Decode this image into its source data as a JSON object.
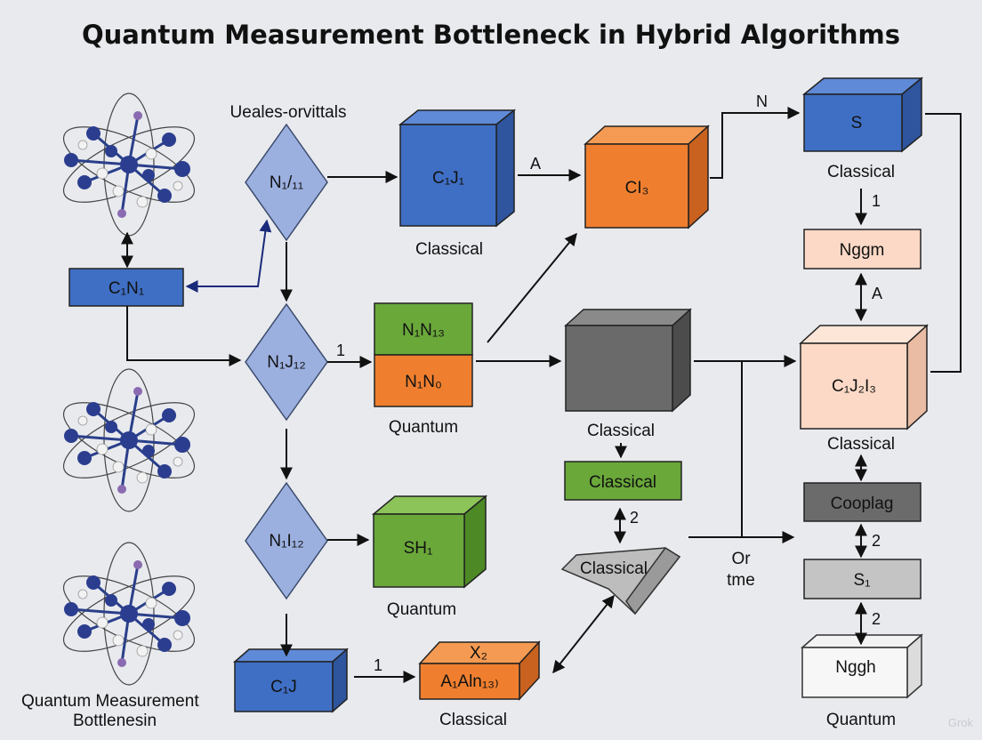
{
  "title": "Quantum Measurement Bottleneck in Hybrid Algorithms",
  "top_label": "Ueales-orvittals",
  "bottom_left_label_line1": "Quantum Measurement",
  "bottom_left_label_line2": "Bottlenesin",
  "nodes": {
    "cn1": "C₁N₁",
    "d1": "N₁/₁₁",
    "d2": "N₁J₁₂",
    "d3": "N₁I₁₂",
    "cj1": "C₁J₁",
    "nn3": "N₁N₁₃",
    "nn0": "N₁N₀",
    "sh1": "SH₁",
    "cj": "C₁J",
    "ci3": "CI₃",
    "a_cube": "A₁Aln₁₃₎",
    "x2": "X₂",
    "classical_green": "Classical",
    "classical_prism": "Classical",
    "s_top": "S",
    "nggm": "Nggm",
    "cj2i3": "C₁J₂I₃",
    "cooplag": "Cooplag",
    "s1": "S₁",
    "nggh": "Nggh"
  },
  "captions": {
    "classical_cj1": "Classical",
    "quantum_nn": "Quantum",
    "quantum_sh1": "Quantum",
    "classical_a": "Classical",
    "classical_gray": "Classical",
    "classical_s": "Classical",
    "classical_peach": "Classical",
    "quantum_nggh": "Quantum"
  },
  "edge_labels": {
    "a1": "A",
    "n": "N",
    "one_a": "1",
    "one_b": "1",
    "one_c": "1",
    "a2": "A",
    "two_a": "2",
    "two_b": "2",
    "two_c": "2",
    "or": "Or",
    "tme": "tme"
  },
  "watermark": "Grok",
  "colors": {
    "blue": "#3f6fc4",
    "orange": "#ef7f2f",
    "green": "#6aa83a",
    "gray": "#6a6a6a",
    "peach": "#fbd9c6",
    "diamond": "#9cb0e0",
    "light_gray": "#c4c4c4",
    "dark_gray": "#6b6b6b"
  }
}
